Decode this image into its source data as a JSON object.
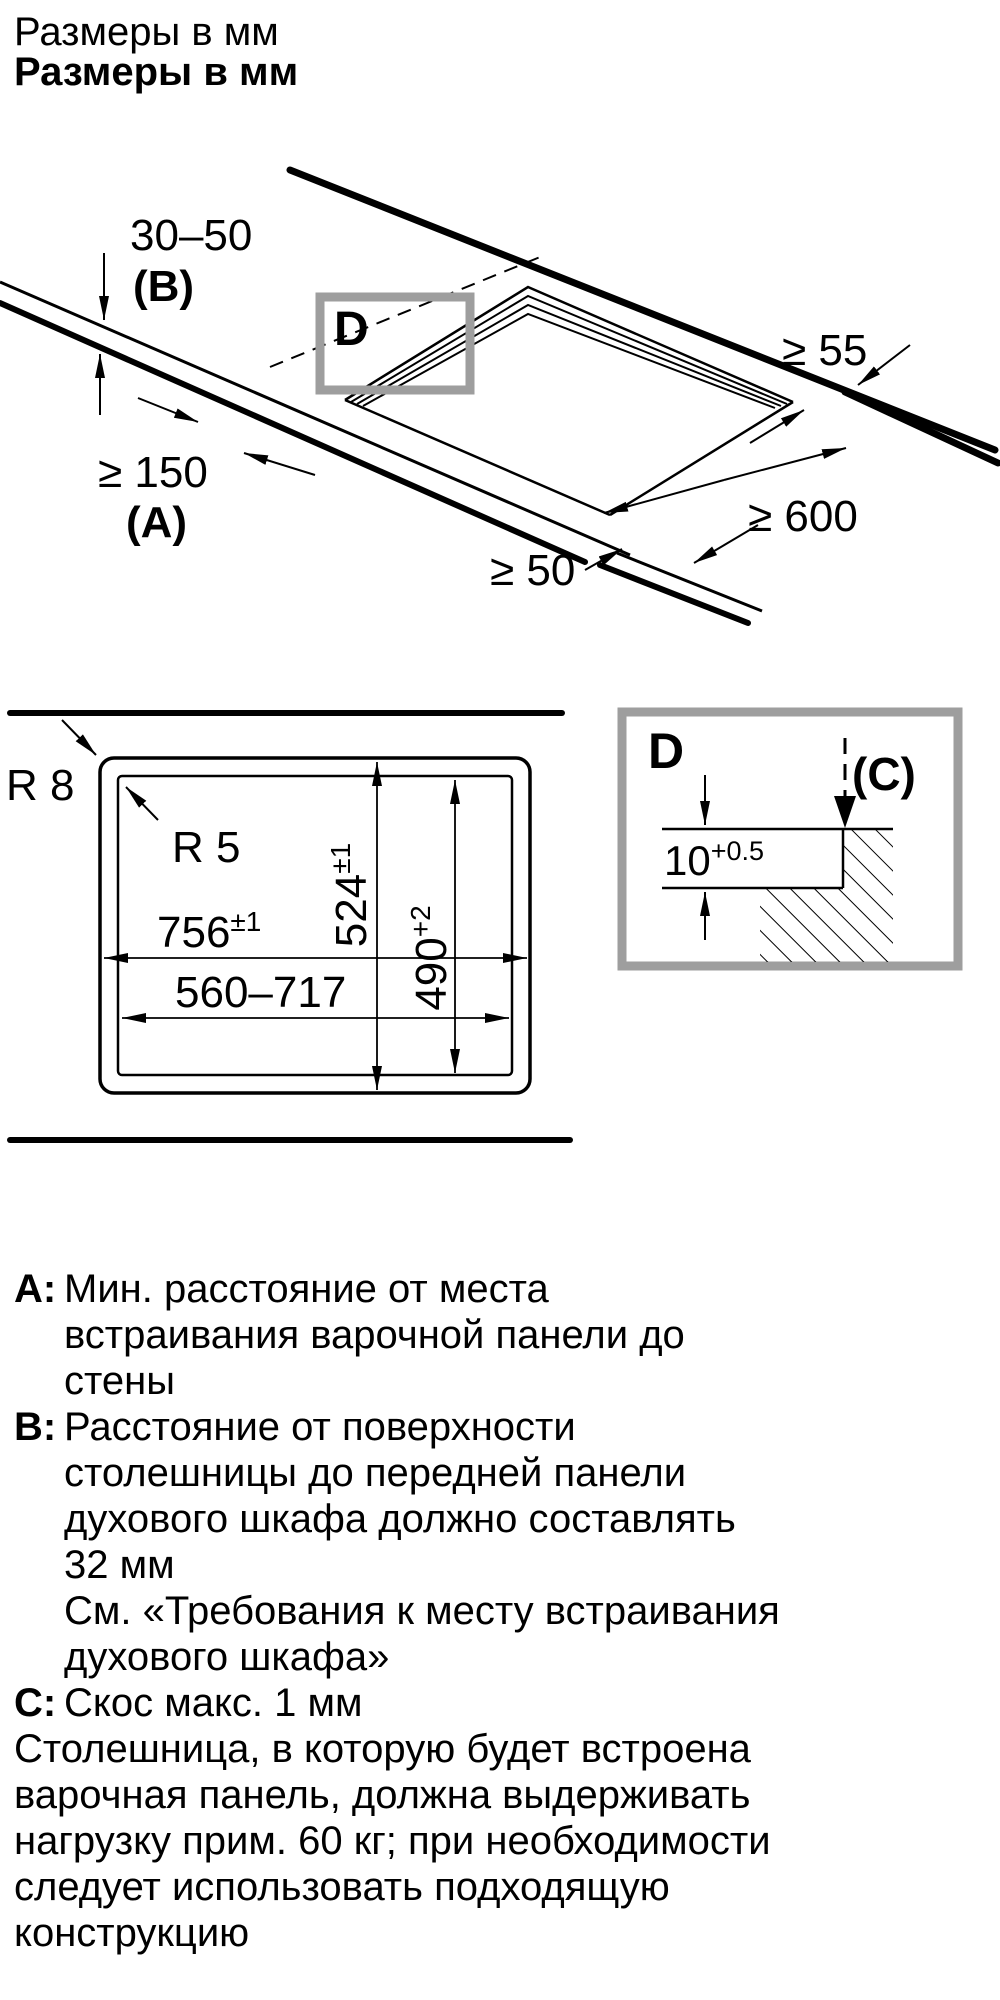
{
  "titles": {
    "line1": "Размеры в мм",
    "line2": "Размеры в мм"
  },
  "iso": {
    "thickness_value": "30–50",
    "thickness_ref": "(B)",
    "wall_distance_value": "≥ 150",
    "wall_distance_ref": "(A)",
    "side_clearance": "≥ 55",
    "depth_clearance": "≥ 600",
    "front_clearance": "≥ 50",
    "detail_ref": "D"
  },
  "plan": {
    "outer_radius": "R 8",
    "inner_radius": "R 5",
    "width_value": "756",
    "width_tol": "±1",
    "depth_value": "524",
    "depth_tol": "±1",
    "cutout_depth_value": "490",
    "cutout_depth_tol": "+2",
    "cutout_width_range": "560–717"
  },
  "detail": {
    "label": "D",
    "chamfer_ref": "(C)",
    "step_value": "10",
    "step_tol": "+0.5"
  },
  "notes": [
    {
      "label": "A:",
      "lines": [
        "Мин. расстояние от места",
        "встраивания варочной панели до",
        "стены"
      ]
    },
    {
      "label": "B:",
      "lines": [
        "Расстояние от поверхности",
        "столешницы до передней панели",
        "духового шкафа должно составлять",
        "32 мм",
        "См. «Требования к месту встраивания",
        "духового шкафа»"
      ]
    },
    {
      "label": "C:",
      "lines": [
        "Скос макс. 1 мм"
      ]
    }
  ],
  "footer_lines": [
    "Столешница, в которую будет встроена",
    "варочная панель, должна выдерживать",
    "нагрузку прим. 60 кг; при необходимости",
    "следует использовать подходящую",
    "конструкцию"
  ],
  "colors": {
    "line": "#000000",
    "detail_border": "#9e9e9e"
  }
}
